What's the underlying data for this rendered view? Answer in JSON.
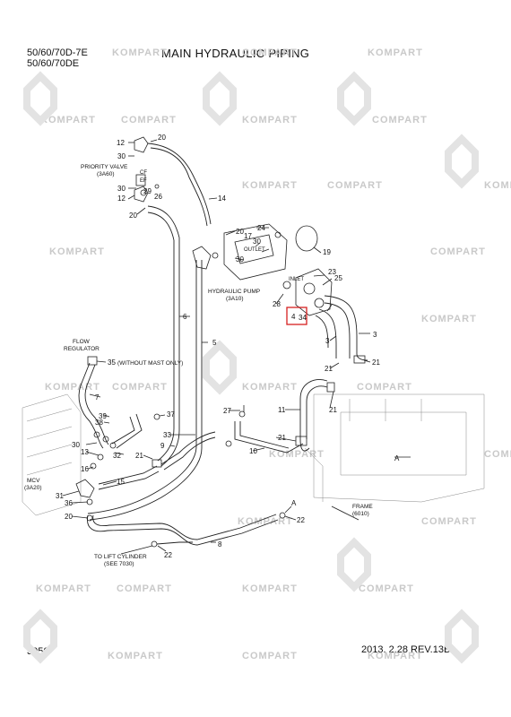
{
  "header": {
    "model_line1": "50/60/70D-7E",
    "model_line2": "50/60/70DE",
    "title": "MAIN HYDRAULIC PIPING"
  },
  "footer": {
    "page_number": "3050",
    "revision": "2013. 2.28  REV.13B"
  },
  "watermark": {
    "text1": "KOMPART",
    "text2": "COMPART"
  },
  "callouts": {
    "c12a": "12",
    "c20a": "20",
    "c30a": "30",
    "c30b": "30",
    "c29": "29",
    "c26": "26",
    "c12b": "12",
    "c20b": "20",
    "c14": "14",
    "c24": "24",
    "c20c": "20",
    "c17": "17",
    "c30c": "30",
    "c19": "19",
    "c30d": "30",
    "c28": "28",
    "c23": "23",
    "c25": "25",
    "c4": "4",
    "c34": "34",
    "c6": "6",
    "c5": "5",
    "c3a": "3",
    "c3b": "3",
    "c35": "35",
    "c7": "7",
    "c21a": "21",
    "c21b": "21",
    "c21c": "21",
    "c11": "11",
    "c27": "27",
    "c39": "39",
    "c38": "38",
    "c37": "37",
    "c33": "33",
    "c9": "9",
    "c30e": "30",
    "c13": "13",
    "c32": "32",
    "c21d": "21",
    "c16": "16",
    "c10": "10",
    "c21e": "21",
    "c15": "15",
    "c31": "31",
    "c36": "36",
    "c20d": "20",
    "c8": "8",
    "c22a": "22",
    "c22b": "22",
    "cA1": "A",
    "cA2": "A",
    "cEF": "EF",
    "cCF": "CF"
  },
  "labels": {
    "priority_valve": "PRIORITY VALVE",
    "priority_valve_ref": "(3A60)",
    "hydraulic_pump": "HYDRAULIC PUMP",
    "hydraulic_pump_ref": "(3A10)",
    "outlet": "OUTLET",
    "inlet": "INLET",
    "flow_regulator_1": "FLOW",
    "flow_regulator_2": "REGULATOR",
    "without_mast": "(WITHOUT MAST ONLY)",
    "mcv": "MCV",
    "mcv_ref": "(3A20)",
    "frame": "FRAME",
    "frame_ref": "(6010)",
    "to_lift_1": "TO LIFT CYLINDER",
    "to_lift_2": "(SEE 7030)"
  },
  "highlight_color": "#d62020"
}
